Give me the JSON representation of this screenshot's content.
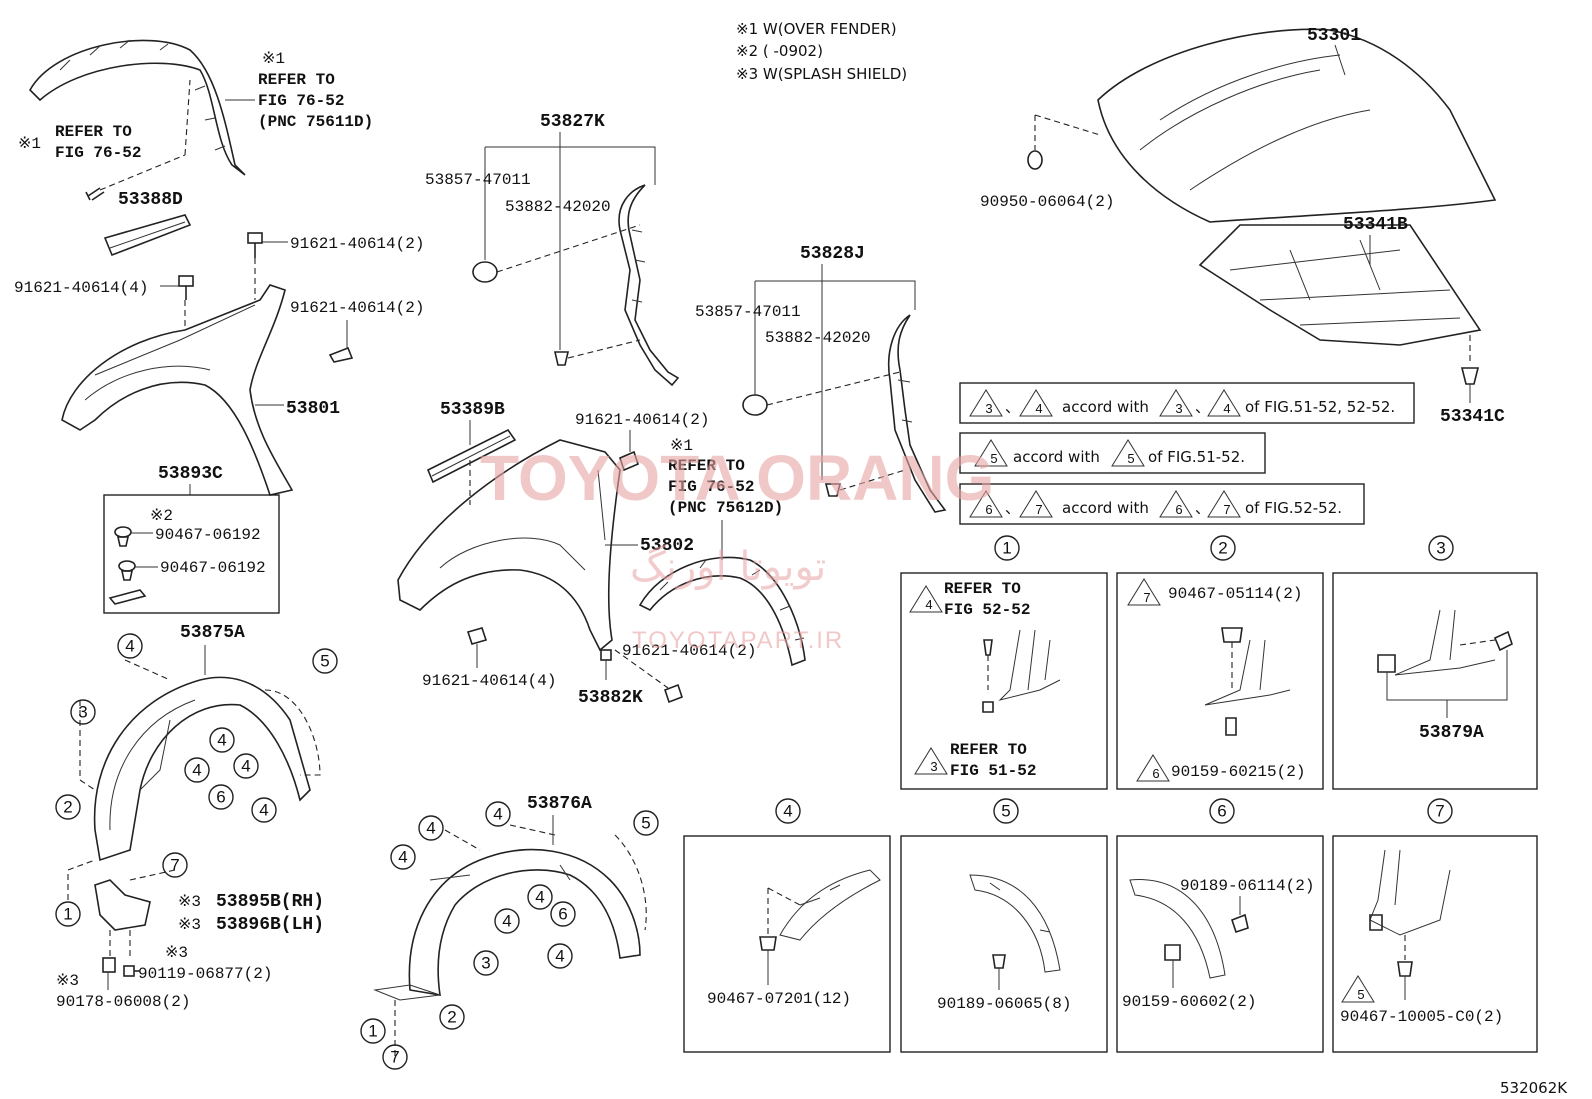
{
  "legend": {
    "note1": "※1 W(OVER FENDER)",
    "note2": "※2 (         -0902)",
    "note3": "※3 W(SPLASH SHIELD)"
  },
  "accord_notes": [
    {
      "a": "3",
      "b": "4",
      "text": "accord with",
      "c": "3",
      "d": "4",
      "tail": "of FIG.51-52, 52-52."
    },
    {
      "a": "5",
      "text": "accord with",
      "c": "5",
      "tail": "of FIG.51-52."
    },
    {
      "a": "6",
      "b": "7",
      "text": "accord with",
      "c": "6",
      "d": "7",
      "tail": "of FIG.52-52."
    }
  ],
  "refs": {
    "over_fender_rh_mark": "※1",
    "over_fender_rh_l1": "REFER TO",
    "over_fender_rh_l2": "FIG 76-52",
    "over_fender_rh_l3": "(PNC 75611D)",
    "screw_mark": "※1",
    "screw_l1": "REFER TO",
    "screw_l2": "FIG 76-52",
    "over_fender_lh_mark": "※1",
    "over_fender_lh_l1": "REFER TO",
    "over_fender_lh_l2": "FIG 76-52",
    "over_fender_lh_l3": "(PNC 75612D)",
    "clip_mark": "※2",
    "shield_mark1": "※3",
    "shield_mark2": "※3",
    "bolt_mark": "※3",
    "nut_mark": "※3"
  },
  "parts": {
    "p53388D": "53388D",
    "p91621_2a": "91621-40614(2)",
    "p91621_4a": "91621-40614(4)",
    "p91621_2b": "91621-40614(2)",
    "p53801": "53801",
    "p53893C": "53893C",
    "p90467_a": "90467-06192",
    "p90467_b": "90467-06192",
    "p53875A": "53875A",
    "p53895B": "53895B(RH)",
    "p53896B": "53896B(LH)",
    "p90119": "90119-06877(2)",
    "p90178": "90178-06008(2)",
    "p53827K": "53827K",
    "p53857a": "53857-47011",
    "p53882a": "53882-42020",
    "p53828J": "53828J",
    "p53857b": "53857-47011",
    "p53882b": "53882-42020",
    "p53389B": "53389B",
    "p91621_2c": "91621-40614(2)",
    "p53802": "53802",
    "p91621_4b": "91621-40614(4)",
    "p91621_2d": "91621-40614(2)",
    "p53882K": "53882K",
    "p53876A": "53876A",
    "p53301": "53301",
    "p90950": "90950-06064(2)",
    "p53341B": "53341B",
    "p53341C": "53341C",
    "p53879A": "53879A",
    "diagram_code": "532062K"
  },
  "details": {
    "d1": {
      "num": "1",
      "ref_top_tri": "4",
      "ref_top_l1": "REFER TO",
      "ref_top_l2": "FIG 52-52",
      "ref_bot_tri": "3",
      "ref_bot_l1": "REFER TO",
      "ref_bot_l2": "FIG 51-52"
    },
    "d2": {
      "num": "2",
      "tri_top": "7",
      "part_top": "90467-05114(2)",
      "tri_bot": "6",
      "part_bot": "90159-60215(2)"
    },
    "d3": {
      "num": "3"
    },
    "d4": {
      "num": "4",
      "part": "90467-07201(12)"
    },
    "d5": {
      "num": "5",
      "part": "90189-06065(8)"
    },
    "d6": {
      "num": "6",
      "part_top": "90189-06114(2)",
      "part_bot": "90159-60602(2)"
    },
    "d7": {
      "num": "7",
      "tri": "5",
      "part": "90467-10005-C0(2)"
    }
  },
  "callouts": {
    "c1_4": "4",
    "c1_5": "5",
    "c1_3": "3",
    "c1_4b": "4",
    "c1_4c": "4",
    "c1_4d": "4",
    "c1_6": "6",
    "c1_4e": "4",
    "c1_2": "2",
    "c1_7": "7",
    "c1_1": "1",
    "c2_4a": "4",
    "c2_4b": "4",
    "c2_5": "5",
    "c2_4c": "4",
    "c2_4d": "4",
    "c2_4e": "4",
    "c2_6": "6",
    "c2_3": "3",
    "c2_4f": "4",
    "c2_2": "2",
    "c2_1": "1",
    "c2_7": "7"
  },
  "watermark": {
    "brand": "TOYOTA ORANG",
    "persian": "تویوتا اورنگ",
    "site": "TOYOTAPART.IR"
  }
}
